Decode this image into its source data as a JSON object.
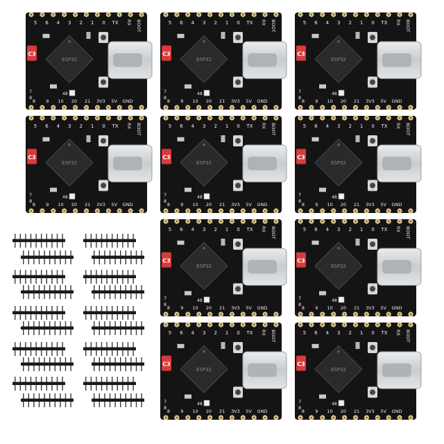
{
  "product": {
    "board_count": 10,
    "header_strip_count": 20
  },
  "board": {
    "chip_label": "C3",
    "chip_marking": "ESP32",
    "pins_top": [
      "5",
      "6",
      "4",
      "3",
      "2",
      "1",
      "0",
      "TX"
    ],
    "pins_right_top": [
      "RX",
      "BOOT"
    ],
    "pins_bottom": [
      "8",
      "9",
      "10",
      "20",
      "21",
      "3V3",
      "5V",
      "GND"
    ],
    "pins_left": [
      "7",
      "8"
    ],
    "led_label": "48",
    "colors": {
      "pcb": "#141414",
      "pad_gold": "#e2c98a",
      "silk": "#f2f2f2",
      "chip": "#2a2a2a",
      "usb_c": "#cfd3d6",
      "label_red": "#d93a3a",
      "header_pin": "#1a1a1a"
    }
  }
}
